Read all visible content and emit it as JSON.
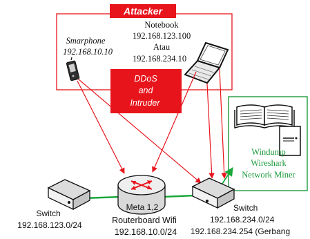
{
  "attacker": {
    "label": "Attacker"
  },
  "notebook": {
    "title": "Notebook",
    "ip1": "192.168.123.100",
    "sep": "Atau",
    "ip2": "192.168.234.10"
  },
  "smartphone": {
    "title": "Smarphone",
    "ip": "192.168.10.10"
  },
  "ddos": {
    "line1": "DDoS",
    "line2": "and",
    "line3": "Intruder"
  },
  "monitor": {
    "line1": "Windump",
    "line2": "Wireshark",
    "line3": "Network Miner"
  },
  "router": {
    "label": "Meta 1,2",
    "name": "Routerboard Wifi",
    "ip": "192.168.10.0/24"
  },
  "switch_left": {
    "label": "Switch",
    "ip": "192.168.123.0/24"
  },
  "switch_right": {
    "label": "Switch",
    "ip1": "192.168.234.0/24",
    "ip2": "192.168.234.254 (Gerbang"
  },
  "colors": {
    "attack": "#e8141b",
    "link": "#19a83a",
    "monitor": "#1c9a3c"
  }
}
